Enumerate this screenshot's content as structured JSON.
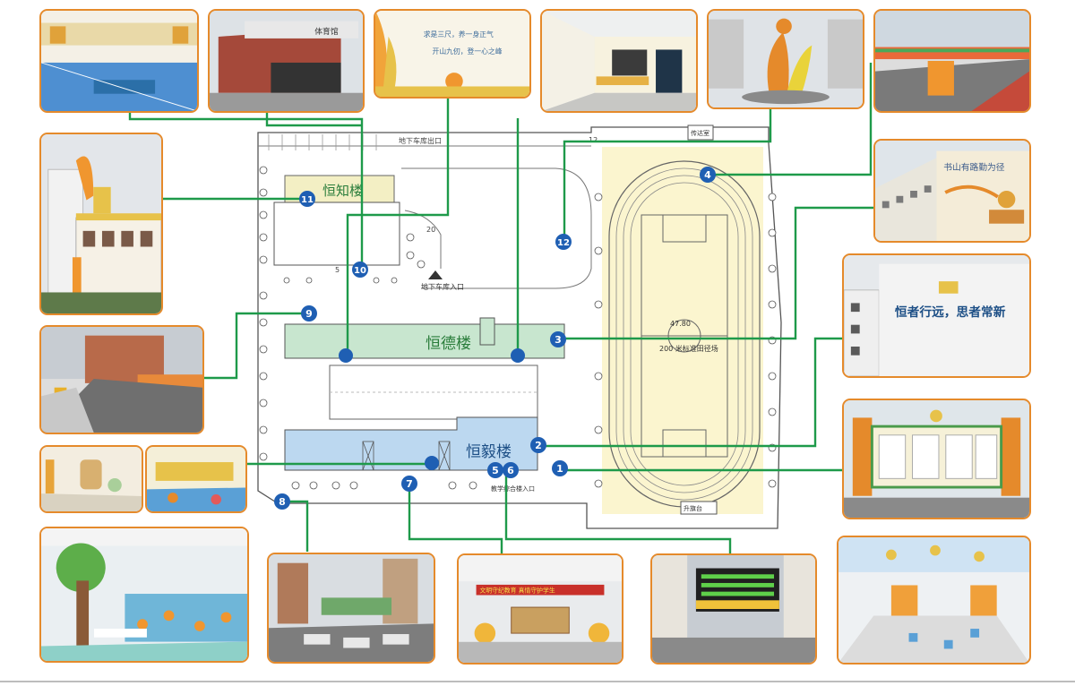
{
  "colors": {
    "photo_border": "#e58a2b",
    "connector": "#1e9a4a",
    "marker": "#1f5fb3",
    "building_green": "#c8e6cf",
    "building_blue": "#bcd8f0",
    "building_yellow": "#f3efc4",
    "field": "#fbf5cf"
  },
  "buildings": {
    "hengzhi": "恒知楼",
    "hengde": "恒德楼",
    "hengyi": "恒毅楼"
  },
  "map_labels": {
    "top_road": "地下车库出口",
    "garage_entrance": "地下车库入口",
    "entrance_gate": "教学综合楼入口",
    "track": "200 米标准田径场",
    "track_dim": "47.80",
    "road_num_12": "12",
    "road_num_20": "20",
    "road_num_5": "5",
    "guard": "传达室",
    "bottom_note": "升旗台"
  },
  "markers": [
    "1",
    "2",
    "3",
    "4",
    "5",
    "6",
    "7",
    "8",
    "9",
    "10",
    "11",
    "12"
  ],
  "photo_texts": {
    "gym_sign": "体育馆",
    "culture_wall_1": "求是三尺，养一身正气",
    "culture_wall_2": "开山九仞，登一心之峰",
    "sign_book": "书山有路勤为径",
    "slogan": "恒者行远，思者常新",
    "banner_red": "文明守纪教育  真情守护学生"
  }
}
